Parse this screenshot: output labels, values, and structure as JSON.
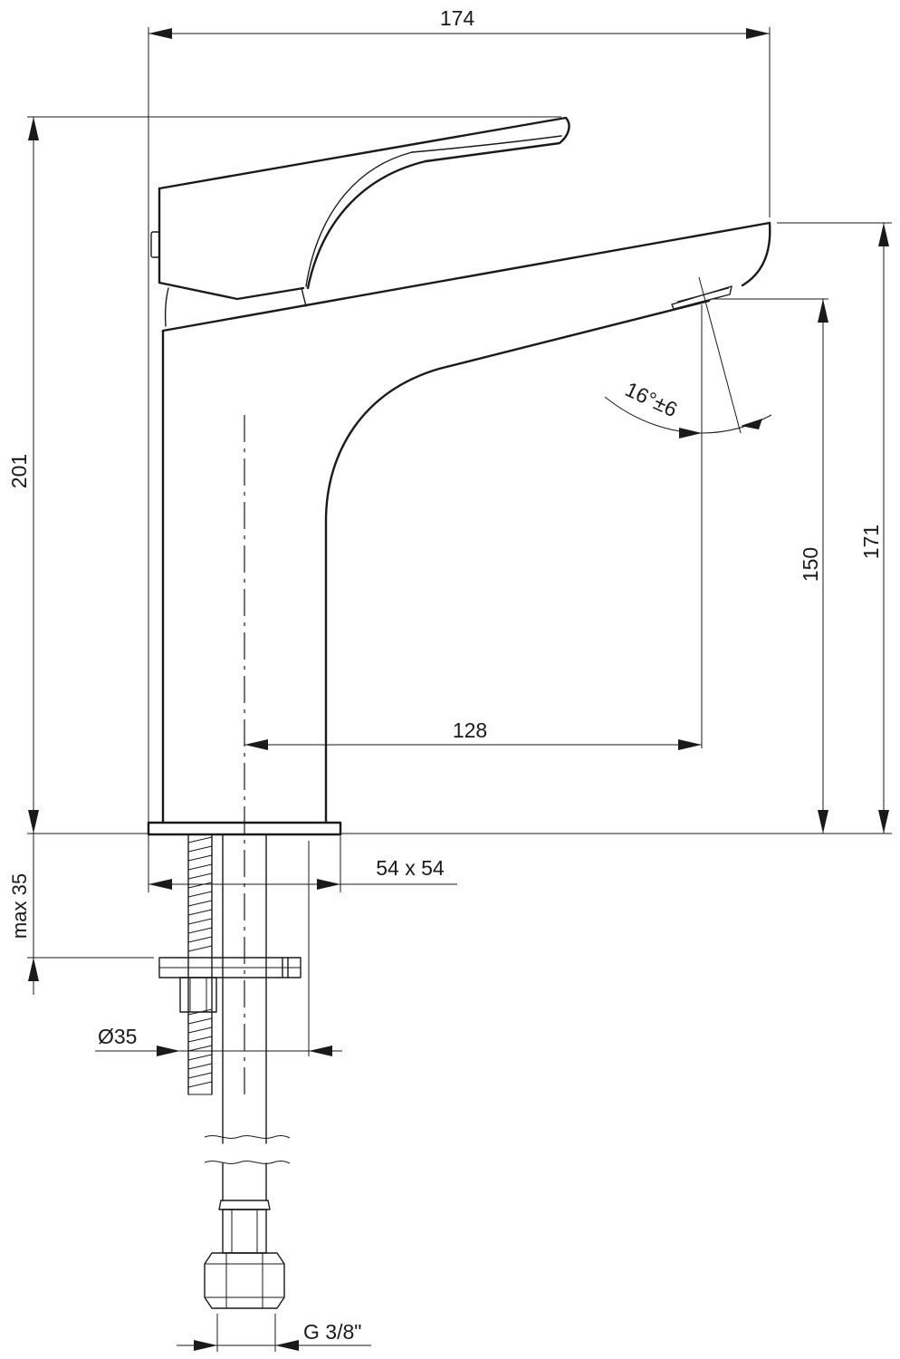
{
  "dimensions": {
    "overall_width": "174",
    "overall_height": "201",
    "spout_height": "150",
    "outlet_height": "171",
    "spout_reach": "128",
    "base_plate": "54 x 54",
    "max_deck_thickness": "max 35",
    "hole_diameter": "Ø35",
    "connection_thread": "G 3/8\"",
    "angle": "16°±6"
  },
  "colors": {
    "line": "#1a1a1a",
    "background": "#ffffff"
  }
}
